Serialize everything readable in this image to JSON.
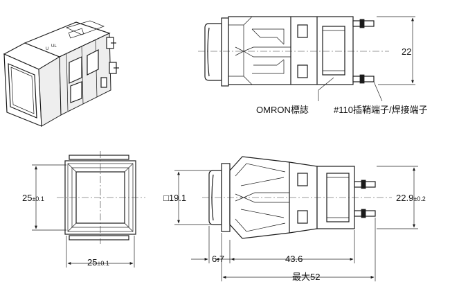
{
  "labels": {
    "dim_22": "22",
    "omron_mark": "OMRON標誌",
    "terminal_note": "#110插鞘端子/焊接端子",
    "dim_25_vertical_main": "25",
    "dim_25_vertical_tol": "±0.1",
    "dim_25_horizontal_main": "25",
    "dim_25_horizontal_tol": "±0.1",
    "dim_square_19_1": "□19.1",
    "dim_22_9_main": "22.9",
    "dim_22_9_tol": "±0.2",
    "dim_6_7": "6.7",
    "dim_43_6": "43.6",
    "dim_max_52": "最大52"
  }
}
